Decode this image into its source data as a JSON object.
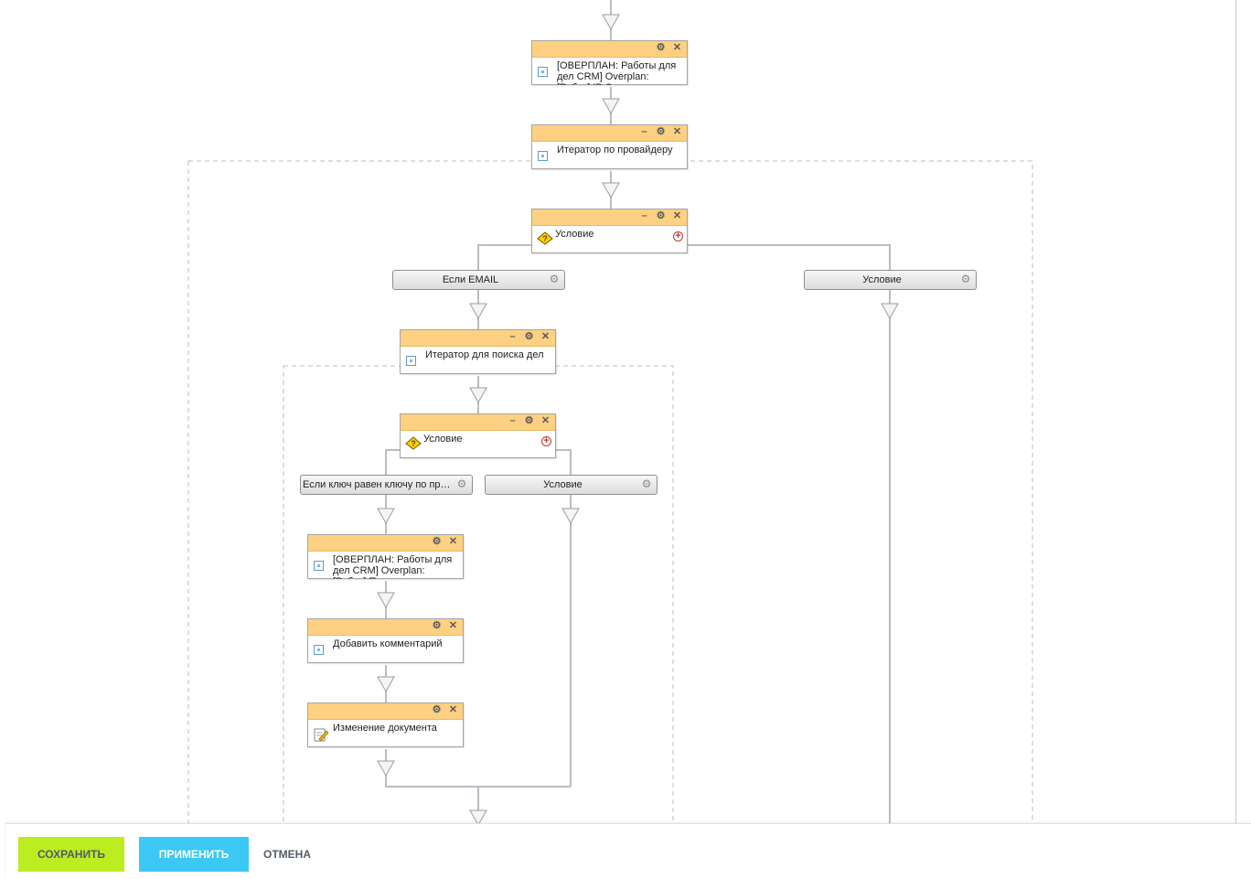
{
  "activities": [
    {
      "id": "a1",
      "title": "[ОВЕРПЛАН: Работы для дел CRM] Overplan: [Робот] ID Задачи",
      "minimize": false
    },
    {
      "id": "a2",
      "title": "Итератор по провайдеру",
      "minimize": true
    },
    {
      "id": "a3",
      "title": "Условие",
      "minimize": true,
      "condition": true
    },
    {
      "id": "a4",
      "title": "Итератор для поиска дел",
      "minimize": true
    },
    {
      "id": "a5",
      "title": "Условие",
      "minimize": true,
      "condition": true
    },
    {
      "id": "a6",
      "title": "[ОВЕРПЛАН: Работы для дел CRM] Overplan: [Робот] Получить задачи",
      "minimize": false
    },
    {
      "id": "a7",
      "title": "Добавить комментарий",
      "minimize": false
    },
    {
      "id": "a8",
      "title": "Изменение документа",
      "minimize": false,
      "doc_icon": true
    }
  ],
  "branches": [
    {
      "id": "b1",
      "label": "Если EMAIL"
    },
    {
      "id": "b2",
      "label": "Условие"
    },
    {
      "id": "b3",
      "label": "Если ключ равен ключу по провайдеру"
    },
    {
      "id": "b4",
      "label": "Условие"
    }
  ],
  "controls": {
    "minimize": "–",
    "settings": "⚙",
    "close": "✕",
    "add": "+"
  },
  "footer": {
    "save": "СОХРАНИТЬ",
    "apply": "ПРИМЕНИТЬ",
    "cancel": "ОТМЕНА"
  },
  "colors": {
    "activity_header": "#fdd082",
    "save": "#bbed21",
    "apply": "#3bc8f5",
    "connector": "#b9bec4"
  }
}
